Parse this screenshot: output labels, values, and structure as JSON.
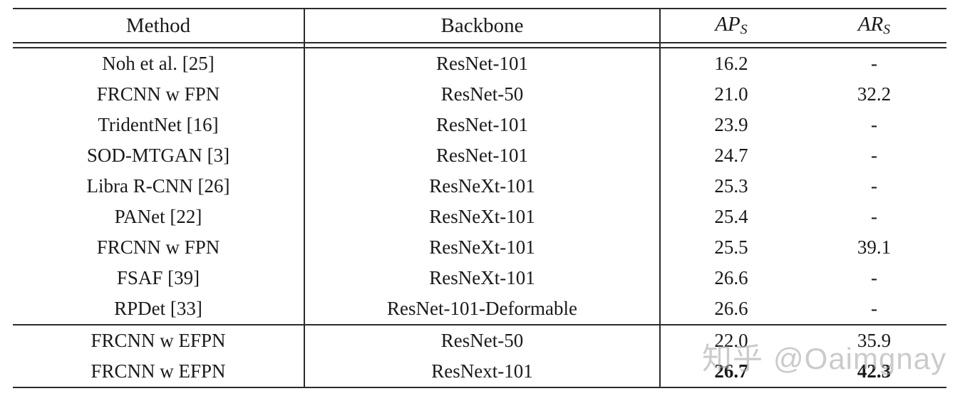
{
  "table": {
    "columns": [
      {
        "id": "method",
        "label": "Method"
      },
      {
        "id": "backbone",
        "label": "Backbone"
      },
      {
        "id": "aps",
        "label_base": "AP",
        "label_sub": "S"
      },
      {
        "id": "ars",
        "label_base": "AR",
        "label_sub": "S"
      }
    ],
    "rows": [
      {
        "method": "Noh et al. [25]",
        "backbone": "ResNet-101",
        "aps": "16.2",
        "ars": "-",
        "bold": false
      },
      {
        "method": "FRCNN w FPN",
        "backbone": "ResNet-50",
        "aps": "21.0",
        "ars": "32.2",
        "bold": false
      },
      {
        "method": "TridentNet [16]",
        "backbone": "ResNet-101",
        "aps": "23.9",
        "ars": "-",
        "bold": false
      },
      {
        "method": "SOD-MTGAN [3]",
        "backbone": "ResNet-101",
        "aps": "24.7",
        "ars": "-",
        "bold": false
      },
      {
        "method": "Libra R-CNN [26]",
        "backbone": "ResNeXt-101",
        "aps": "25.3",
        "ars": "-",
        "bold": false
      },
      {
        "method": "PANet [22]",
        "backbone": "ResNeXt-101",
        "aps": "25.4",
        "ars": "-",
        "bold": false
      },
      {
        "method": "FRCNN w FPN",
        "backbone": "ResNeXt-101",
        "aps": "25.5",
        "ars": "39.1",
        "bold": false
      },
      {
        "method": "FSAF [39]",
        "backbone": "ResNeXt-101",
        "aps": "26.6",
        "ars": "-",
        "bold": false
      },
      {
        "method": "RPDet [33]",
        "backbone": "ResNet-101-Deformable",
        "aps": "26.6",
        "ars": "-",
        "bold": false
      }
    ],
    "ours_rows": [
      {
        "method": "FRCNN w EFPN",
        "backbone": "ResNet-50",
        "aps": "22.0",
        "ars": "35.9",
        "bold": false
      },
      {
        "method": "FRCNN w EFPN",
        "backbone": "ResNext-101",
        "aps": "26.7",
        "ars": "42.3",
        "bold": true
      }
    ]
  },
  "watermark": {
    "site": "知乎",
    "handle": "@Oaimgnay"
  },
  "colors": {
    "rule": "#2b2b2b",
    "text": "#1a1a1a",
    "watermark": "#a0a0a0",
    "background": "#ffffff"
  }
}
